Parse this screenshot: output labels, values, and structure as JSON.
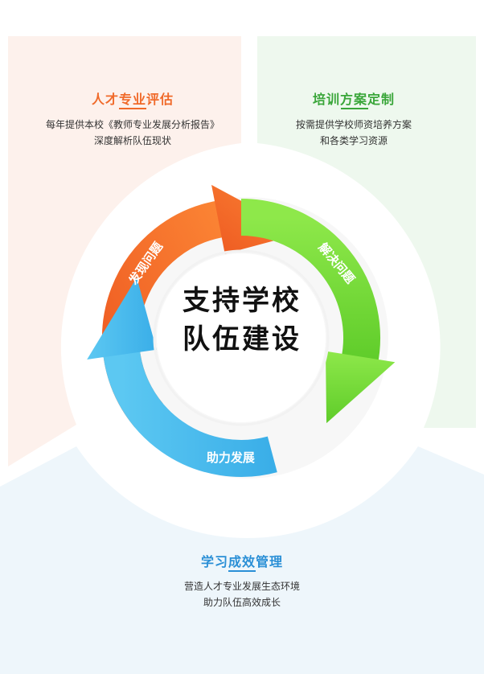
{
  "panels": {
    "top_left": {
      "title": "人才专业评估",
      "lines": [
        "每年提供本校《教师专业发展分析报告》",
        "深度解析队伍现状"
      ]
    },
    "top_right": {
      "title": "培训方案定制",
      "lines": [
        "按需提供学校师资培养方案",
        "和各类学习资源"
      ]
    },
    "bottom": {
      "title": "学习成效管理",
      "lines": [
        "营造人才专业发展生态环境",
        "助力队伍高效成长"
      ]
    }
  },
  "cycle": {
    "center_lines": [
      "支持学校",
      "队伍建设"
    ],
    "arrows": [
      {
        "label": "发现问题",
        "color": "#f06a2a"
      },
      {
        "label": "解决问题",
        "color": "#7fdc3a"
      },
      {
        "label": "助力发展",
        "color": "#46b9ea"
      }
    ]
  },
  "colors": {
    "orange": "#f06a2a",
    "green": "#3aa63a",
    "blue": "#2a8fd6"
  }
}
